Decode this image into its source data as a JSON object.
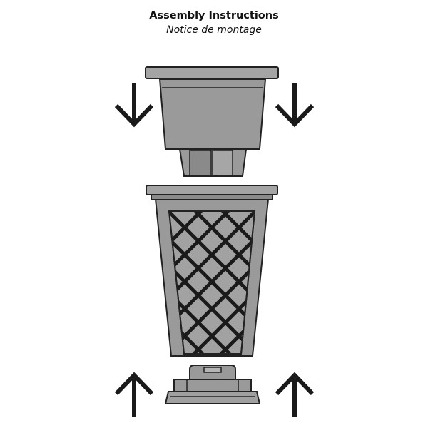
{
  "header": {
    "title": "Assembly Instructions",
    "subtitle": "Notice de montage"
  },
  "parts": [
    "insert-pot",
    "lattice-planter",
    "base"
  ],
  "arrows": {
    "top": "down",
    "bottom": "up"
  },
  "colors": {
    "part_fill": "#9a9a9a",
    "part_light": "#acacac",
    "outline": "#222222"
  }
}
